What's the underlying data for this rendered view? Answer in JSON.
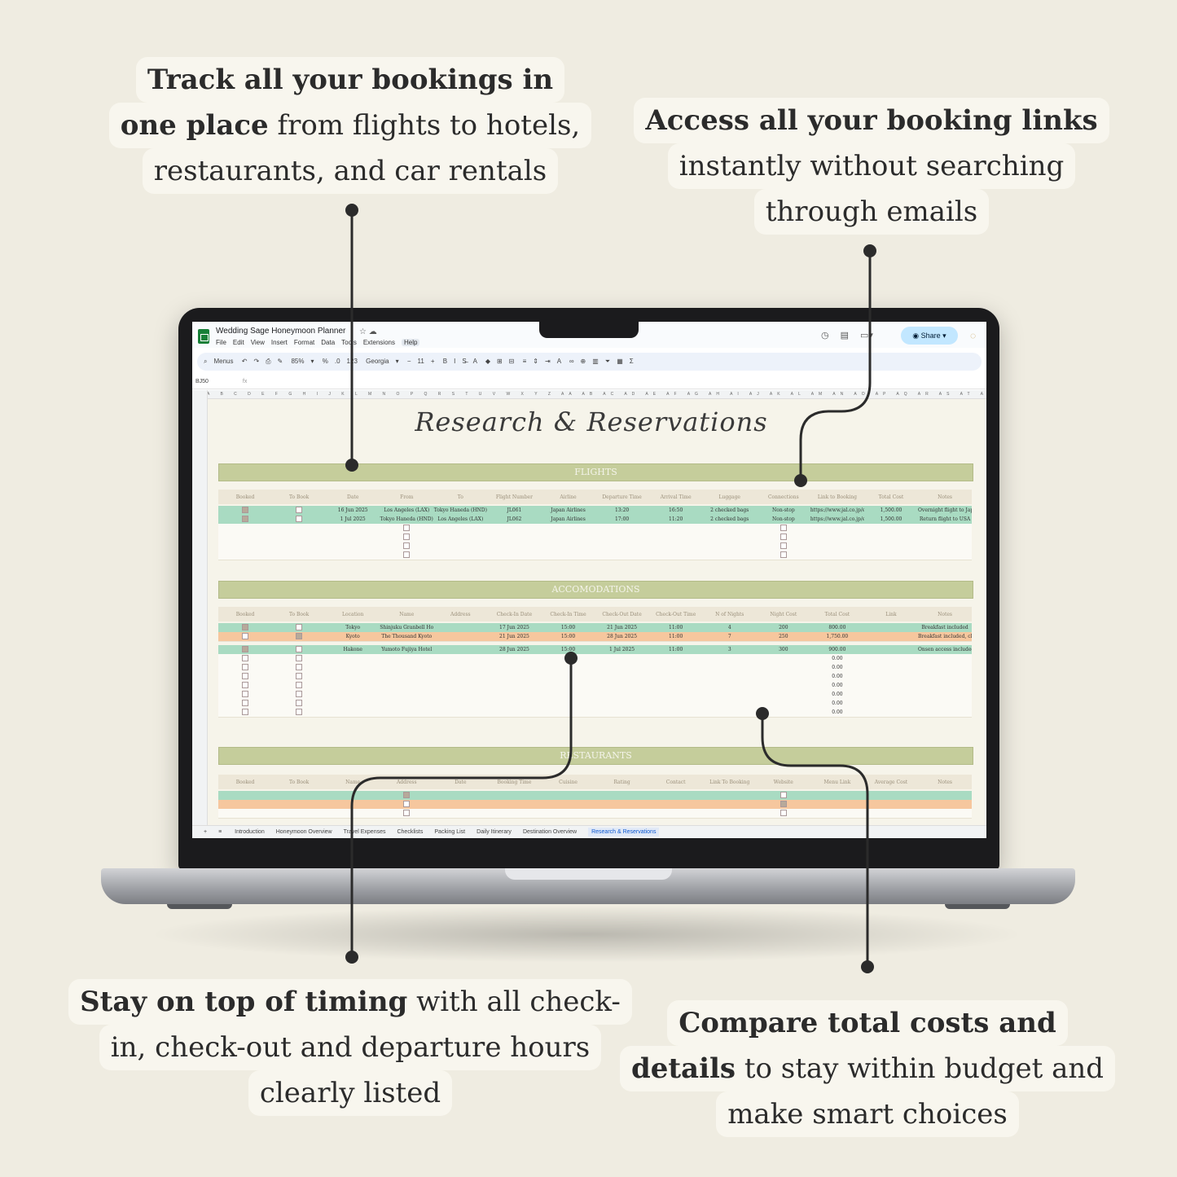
{
  "callouts": {
    "tracking": {
      "l1_bold": "Track all your bookings in",
      "l2_bold": "one place",
      "l2_rest": " from flights to hotels,",
      "l3": "restaurants, and car rentals"
    },
    "links": {
      "l1_bold": "Access all your booking links",
      "l2": "instantly without searching",
      "l3": "through emails"
    },
    "timing": {
      "l1_bold": "Stay on top of timing",
      "l1_rest": " with all check-",
      "l2": "in, check-out and departure hours",
      "l3": "clearly listed"
    },
    "costs": {
      "l1_bold": "Compare total costs and",
      "l2_bold": "details",
      "l2_rest": " to stay within budget and",
      "l3": "make smart choices"
    }
  },
  "app": {
    "doc_title": "Wedding Sage Honeymoon Planner",
    "menu": [
      "File",
      "Edit",
      "View",
      "Insert",
      "Format",
      "Data",
      "Tools",
      "Extensions",
      "Help"
    ],
    "share_label": "Share",
    "toolbar": {
      "search": "Menus",
      "zoom": "85%",
      "font": "Georgia",
      "font_size": "11"
    },
    "name_box": "BJ50",
    "fx": "fx",
    "column_letters": "A B C D E F G H I J K L M N O P Q R S T U V W X Y Z AA AB AC AD AE AF AG AH AI AJ AK AL AM AN AO AP AQ AR AS AT AU AV AW AX AY AZ BA BB BC BD BE BF BG BH BI BJ"
  },
  "sheet": {
    "title": "Research & Reservations",
    "flights": {
      "band": "FLIGHTS",
      "headers": [
        "Booked",
        "To Book",
        "Date",
        "From",
        "To",
        "Flight Number",
        "Airline",
        "Departure Time",
        "Arrival Time",
        "Luggage",
        "Connections",
        "Link to Booking",
        "Total Cost",
        "Notes"
      ],
      "rows": [
        [
          "16 Jun 2025",
          "Los Angeles (LAX)",
          "Tokyo Haneda (HND)",
          "JL061",
          "Japan Airlines",
          "13:20",
          "16:50",
          "2 checked bags",
          "Non-stop",
          "https://www.jal.co.jp/en",
          "1,500.00",
          "Overnight flight to Japan"
        ],
        [
          "1 Jul 2025",
          "Tokyo Haneda (HND)",
          "Los Angeles (LAX)",
          "JL062",
          "Japan Airlines",
          "17:00",
          "11:20",
          "2 checked bags",
          "Non-stop",
          "https://www.jal.co.jp/en",
          "1,500.00",
          "Return flight to USA"
        ]
      ]
    },
    "accommodations": {
      "band": "ACCOMODATIONS",
      "headers": [
        "Booked",
        "To Book",
        "Location",
        "Name",
        "Address",
        "Check-In Date",
        "Check-In Time",
        "Check-Out Date",
        "Check-Out Time",
        "N of Nights",
        "Night Cost",
        "Total Cost",
        "Link",
        "Notes"
      ],
      "rows": [
        [
          "Tokyo",
          "Shinjuku Granbell Hotel",
          "",
          "17 Jun 2025",
          "15:00",
          "21 Jun 2025",
          "11:00",
          "4",
          "200",
          "800.00",
          "",
          "Breakfast included"
        ],
        [
          "Kyoto",
          "The Thousand Kyoto",
          "",
          "21 Jun 2025",
          "15:00",
          "28 Jun 2025",
          "11:00",
          "7",
          "250",
          "1,750.00",
          "",
          "Breakfast included, close to Kyoto Station"
        ],
        [
          "Hakone",
          "Yumoto Fujiya Hotel",
          "",
          "28 Jun 2025",
          "15:00",
          "1 Jul 2025",
          "11:00",
          "3",
          "300",
          "900.00",
          "",
          "Onsen access included"
        ]
      ],
      "empty_total": "0.00"
    },
    "restaurants": {
      "band": "RESTAURANTS",
      "headers": [
        "Booked",
        "To Book",
        "Name",
        "Address",
        "Date",
        "Booking Time",
        "Cuisine",
        "Rating",
        "Contact",
        "Link To Booking",
        "Website",
        "Menu Link",
        "Average Cost",
        "Notes"
      ]
    }
  },
  "tabs": [
    "Introduction",
    "Honeymoon Overview",
    "Travel Expenses",
    "Checklists",
    "Packing List",
    "Daily Itinerary",
    "Destination Overview",
    "Research & Reservations"
  ],
  "colors": {
    "background": "#efece1",
    "band": "#c5cd9b",
    "booked_row": "#a9dbc2",
    "to_book_row": "#f6c79e"
  }
}
